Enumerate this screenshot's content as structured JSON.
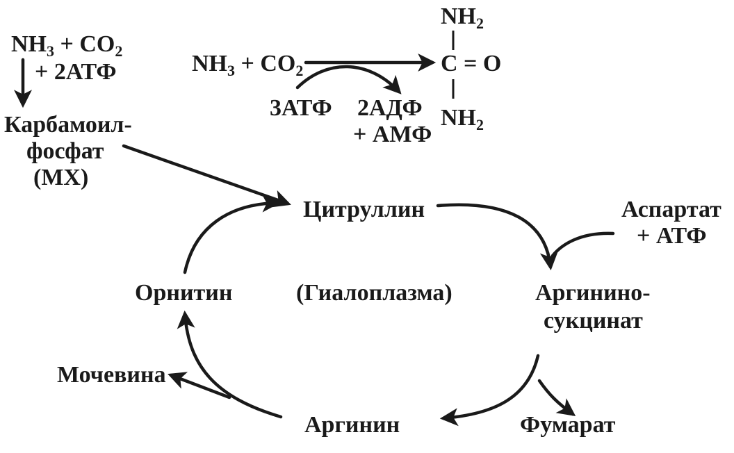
{
  "left_reaction": {
    "nh": "NH",
    "nh_sub": "3",
    "plus_co": " + CO",
    "co_sub": "2",
    "atp": "+ 2АТФ",
    "product_line1": "Карбамоил-",
    "product_line2": "фосфат",
    "product_line3": "(МХ)"
  },
  "top_reaction": {
    "nh": "NH",
    "nh_sub": "3",
    "plus_co": " + CO",
    "co_sub": "2",
    "atp": "3АТФ",
    "adp": "2АДФ",
    "amp": "+ АМФ"
  },
  "urea_structure": {
    "top_group": "NH",
    "top_sub": "2",
    "center": "C = O",
    "bottom_group": "NH",
    "bottom_sub": "2"
  },
  "cycle": {
    "citrulline": "Цитруллин",
    "aspartate_line1": "Аспартат",
    "aspartate_line2": "+ АТФ",
    "argininosuccinate_line1": "Аргинино-",
    "argininosuccinate_line2": "сукцинат",
    "fumarate": "Фумарат",
    "arginine": "Аргинин",
    "urea": "Мочевина",
    "ornithine": "Орнитин",
    "compartment": "(Гиалоплазма)"
  },
  "colors": {
    "ink": "#1a1a1a",
    "background": "#ffffff"
  }
}
